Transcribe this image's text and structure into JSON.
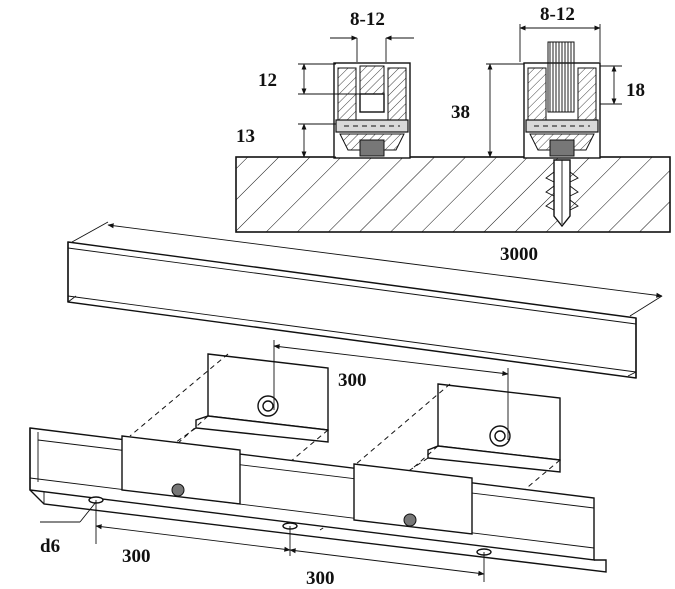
{
  "labels": {
    "profile_gap_left": "8-12",
    "profile_gap_right": "8-12",
    "height_12": "12",
    "height_13": "13",
    "height_38": "38",
    "height_18": "18",
    "length_3000": "3000",
    "spacing_300_top": "300",
    "hole_d6": "d6",
    "spacing_300_bottom_left": "300",
    "spacing_300_bottom_right": "300"
  }
}
